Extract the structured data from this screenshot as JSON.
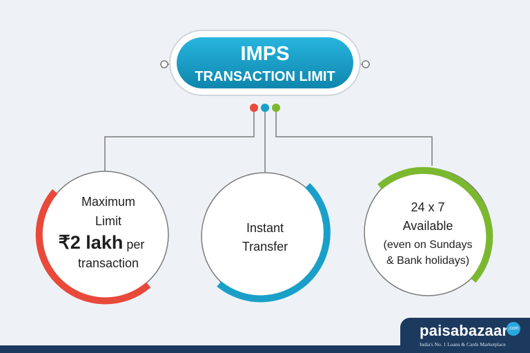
{
  "title": {
    "line1": "IMPS",
    "line2": "TRANSACTION LIMIT"
  },
  "cards": [
    {
      "name": "max-limit",
      "color": "#e8493b",
      "lines": [
        "Maximum",
        "Limit"
      ],
      "amount": "₹2 lakh",
      "amount_suffix": " per",
      "last_line": "transaction"
    },
    {
      "name": "instant-transfer",
      "color": "#1aa0c8",
      "lines": [
        "Instant",
        "Transfer"
      ]
    },
    {
      "name": "availability",
      "color": "#7cb82f",
      "lines": [
        "24 x 7",
        "Available",
        "(even on Sundays",
        "& Bank holidays)"
      ]
    }
  ],
  "connector_dots": [
    "#e8493b",
    "#1aa0c8",
    "#7cb82f"
  ],
  "brand": {
    "name": "paisabazaar",
    "badge": ".com",
    "tagline": "India's No. 1 Loans & Cards Marketplace"
  },
  "colors": {
    "title_blue": "#1aa0c8",
    "title_blue_dark": "#0f86ad",
    "line_gray": "#7a7a7a",
    "footer_navy": "#1c3a5e"
  }
}
